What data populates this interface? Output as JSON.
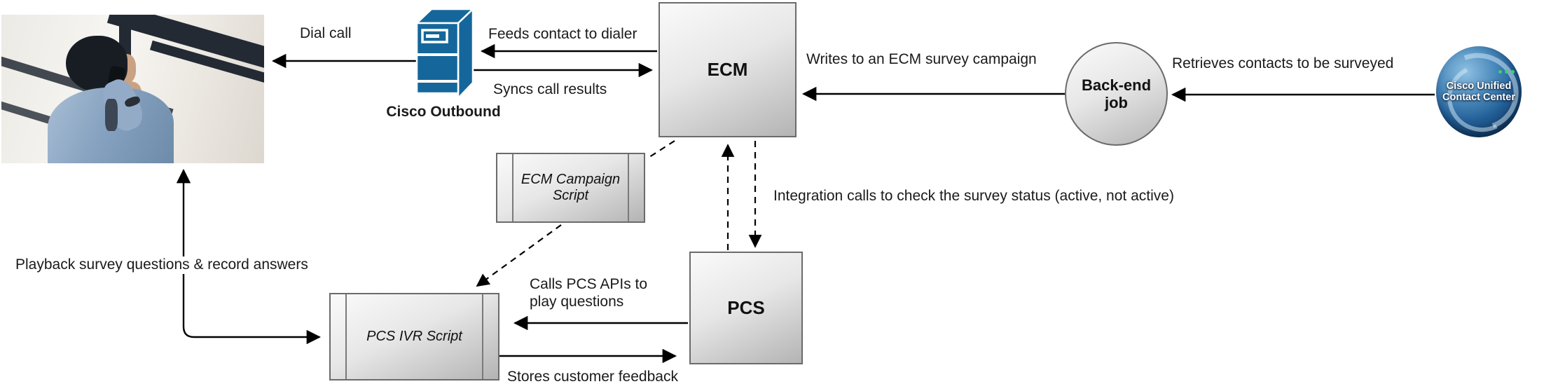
{
  "nodes": {
    "cisco_outbound": {
      "label": "Cisco Outbound"
    },
    "ecm": {
      "label": "ECM"
    },
    "backend_job": {
      "label": "Back-end job"
    },
    "cisco_unified_contact_center": {
      "label": "Cisco Unified Contact Center"
    },
    "ecm_campaign_script": {
      "label": "ECM Campaign Script"
    },
    "pcs": {
      "label": "PCS"
    },
    "pcs_ivr_script": {
      "label": "PCS IVR Script"
    }
  },
  "edges": {
    "dial_call": {
      "label": "Dial call"
    },
    "feeds_contact_to_dialer": {
      "label": "Feeds contact to dialer"
    },
    "syncs_call_results": {
      "label": "Syncs call results"
    },
    "writes_to_ecm_survey_campaign": {
      "label": "Writes to an ECM survey campaign"
    },
    "retrieves_contacts_to_be_surveyed": {
      "label": "Retrieves contacts to be surveyed"
    },
    "integration_calls_survey_status": {
      "label": "Integration calls to check the survey status (active, not active)"
    },
    "calls_pcs_apis_to_play_questions": {
      "label": "Calls PCS APIs to play questions"
    },
    "stores_customer_feedback": {
      "label": "Stores customer feedback"
    },
    "playback_survey_questions": {
      "label": "Playback survey questions & record answers"
    }
  },
  "icons": {
    "customer_photo": "customer-on-phone-photo",
    "server_icon": "cisco-outbound-server-icon",
    "globe_icon": "cisco-unified-contact-center-globe-icon"
  },
  "colors": {
    "server_blue": "#15679B",
    "arrow_black": "#000000",
    "node_border": "#6B6B6B",
    "node_fill_light": "#FAFAFA",
    "node_fill_dark": "#B4B4B4",
    "globe_blue_dark": "#123A5E",
    "globe_blue_light": "#8FC0E2",
    "background": "#FFFFFF"
  }
}
